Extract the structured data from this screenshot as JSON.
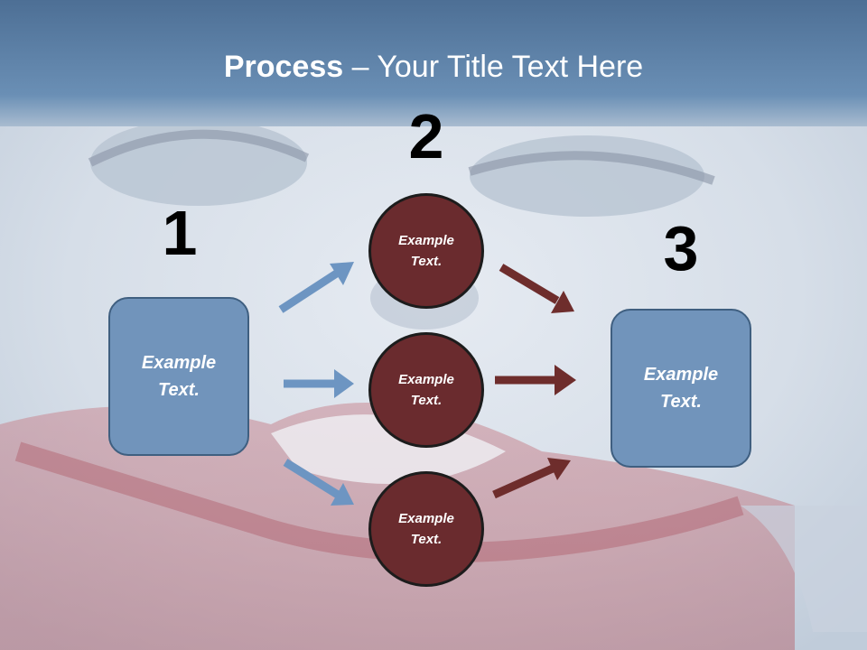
{
  "title": {
    "bold": "Process",
    "rest": " – Your Title Text Here"
  },
  "numbers": [
    "1",
    "2",
    "3"
  ],
  "left_box": {
    "text": "Example Text."
  },
  "right_box": {
    "text": "Example Text."
  },
  "circles": [
    {
      "text": "Example Text."
    },
    {
      "text": "Example Text."
    },
    {
      "text": "Example Text."
    }
  ],
  "colors": {
    "header": "#5f83a8",
    "box": "#7194bb",
    "circle": "#6a2b2e",
    "blue_arrow": "#6d95c2",
    "red_arrow": "#6e2d2c"
  }
}
